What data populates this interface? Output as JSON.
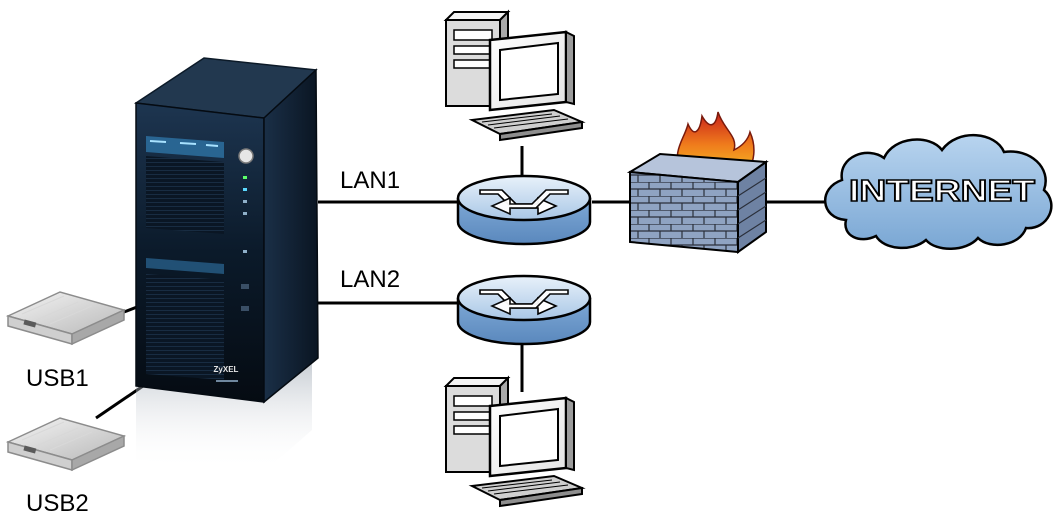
{
  "labels": {
    "lan1": "LAN1",
    "lan2": "LAN2",
    "usb1": "USB1",
    "usb2": "USB2",
    "internet": "INTERNET",
    "nas_brand": "ZyXEL"
  },
  "colors": {
    "line": "#000000",
    "nas_body": "#0b1a2a",
    "router_top": "#c9ddf0",
    "router_side": "#6f9ed1",
    "firewall_brick": "#8fa3c2",
    "cloud_fill": "#8fb8e0",
    "flame": "#e24d1c"
  },
  "icons": [
    "nas-server-icon",
    "usb-drive-icon",
    "router-icon",
    "firewall-icon",
    "cloud-icon",
    "desktop-computer-icon"
  ]
}
